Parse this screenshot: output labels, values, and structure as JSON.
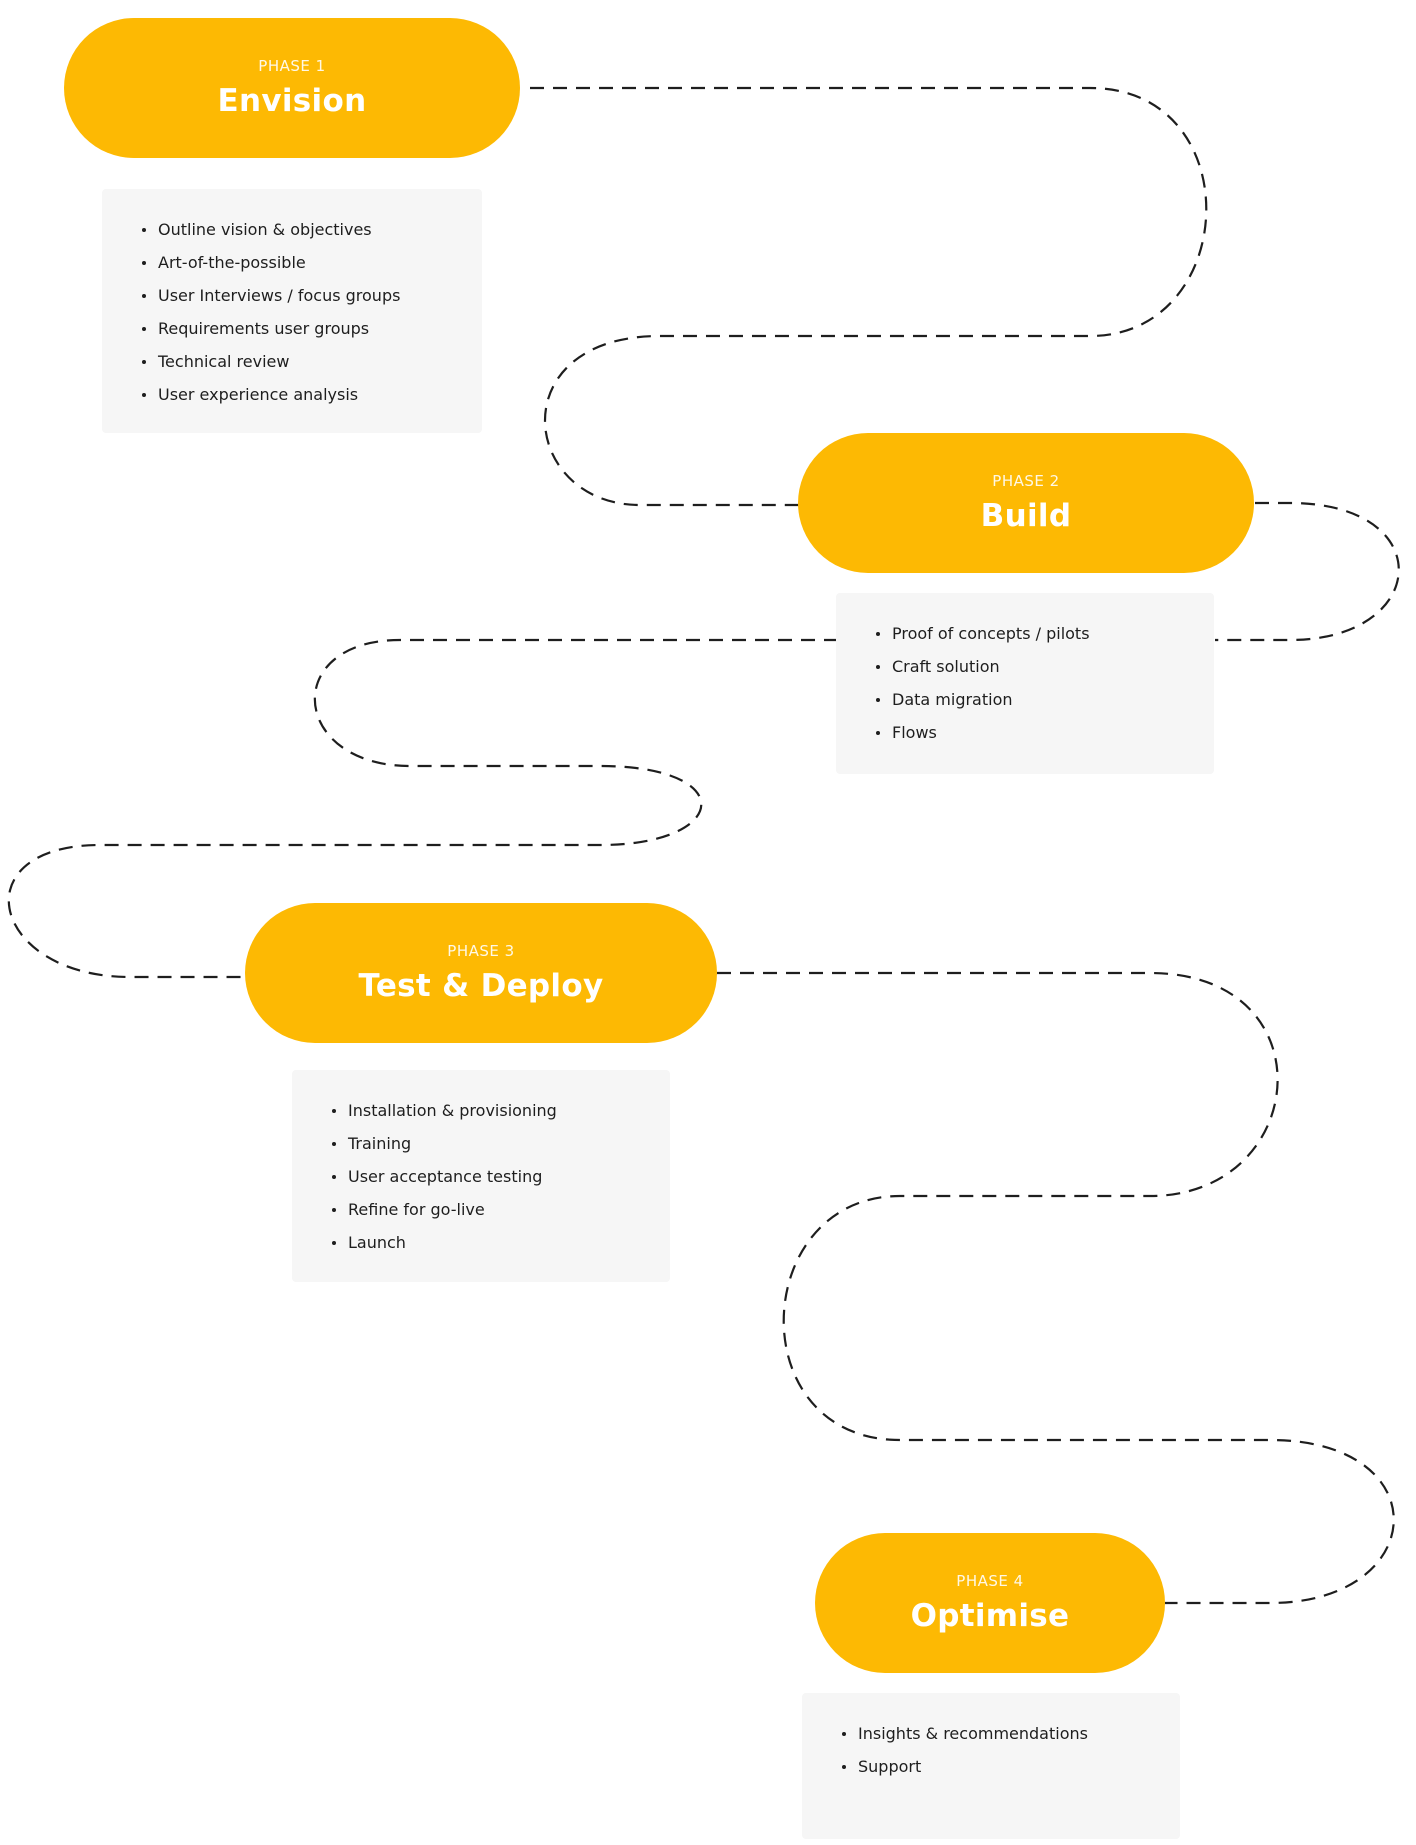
{
  "colors": {
    "accent": "#FDB903",
    "card_background": "#F6F6F6",
    "path": "#1E1E1E"
  },
  "phases": [
    {
      "label": "PHASE 1",
      "title": "Envision",
      "items": [
        "Outline vision & objectives",
        "Art-of-the-possible",
        "User Interviews / focus groups",
        "Requirements user groups",
        "Technical review",
        "User experience analysis"
      ]
    },
    {
      "label": "PHASE 2",
      "title": "Build",
      "items": [
        "Proof of concepts / pilots",
        "Craft solution",
        "Data migration",
        "Flows"
      ]
    },
    {
      "label": "PHASE 3",
      "title": "Test & Deploy",
      "items": [
        "Installation & provisioning",
        "Training",
        "User acceptance testing",
        "Refine for go-live",
        "Launch"
      ]
    },
    {
      "label": "PHASE 4",
      "title": "Optimise",
      "items": [
        "Insights & recommendations",
        "Support"
      ]
    }
  ]
}
